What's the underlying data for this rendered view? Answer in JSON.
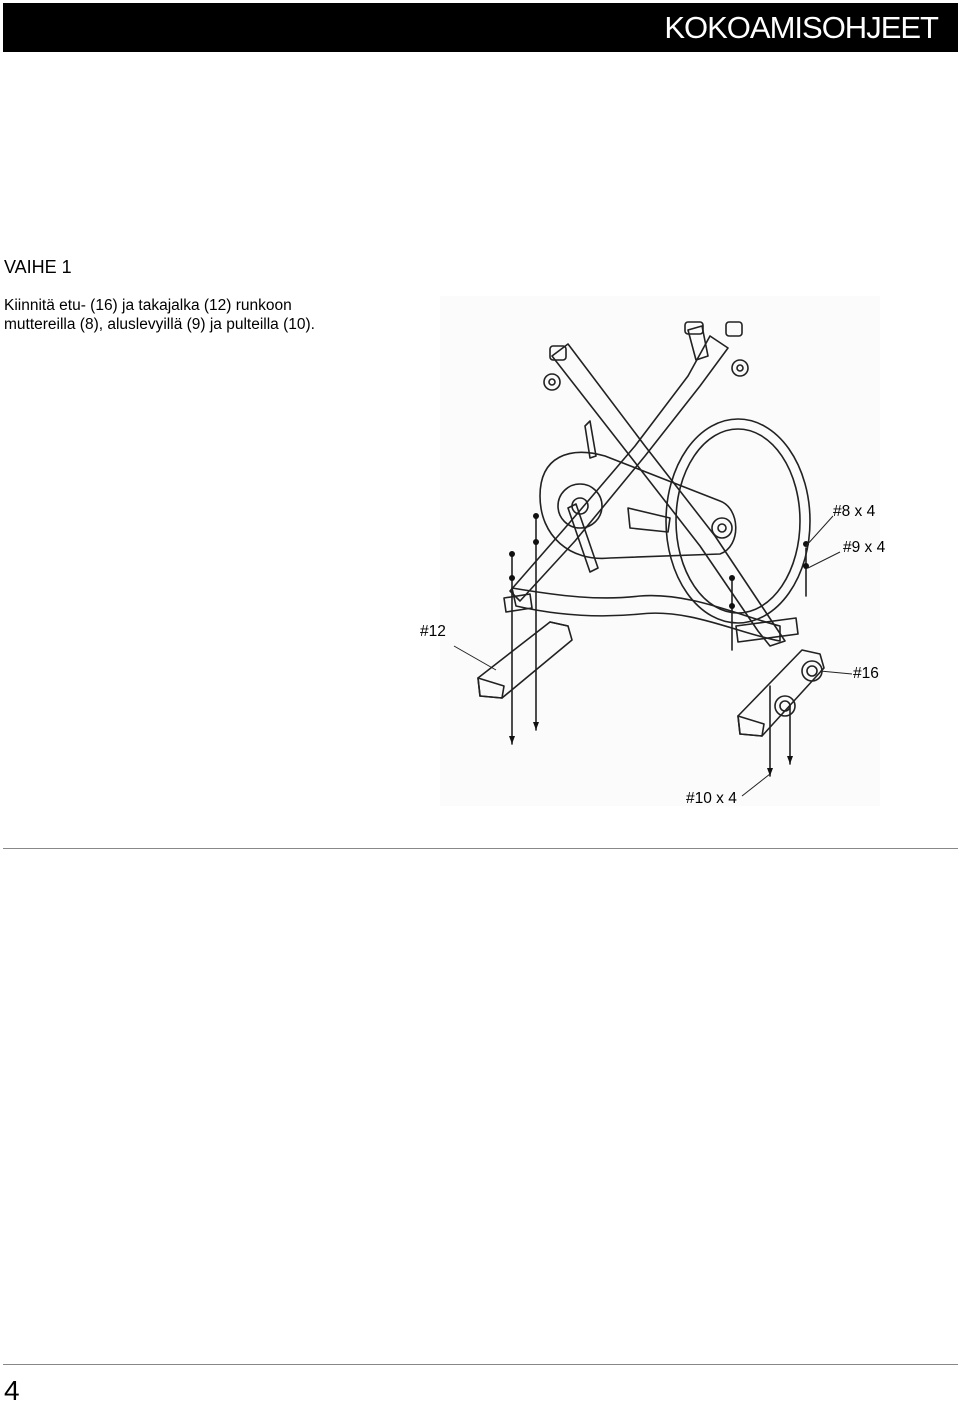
{
  "header": {
    "title": "KOKOAMISOHJEET",
    "background_color": "#000000",
    "text_color": "#ffffff"
  },
  "step": {
    "title": "VAIHE 1",
    "text_lines": [
      "Kiinnitä etu- (16) ja takajalka (12) runkoon",
      "muttereilla (8), aluslevyillä (9) ja pulteilla (10)."
    ]
  },
  "diagram": {
    "callouts": {
      "nut": "#8 x 4",
      "washer": "#9 x 4",
      "rear_leg": "#12",
      "front_leg": "#16",
      "bolt": "#10 x 4"
    }
  },
  "footer": {
    "page_number": "4"
  }
}
